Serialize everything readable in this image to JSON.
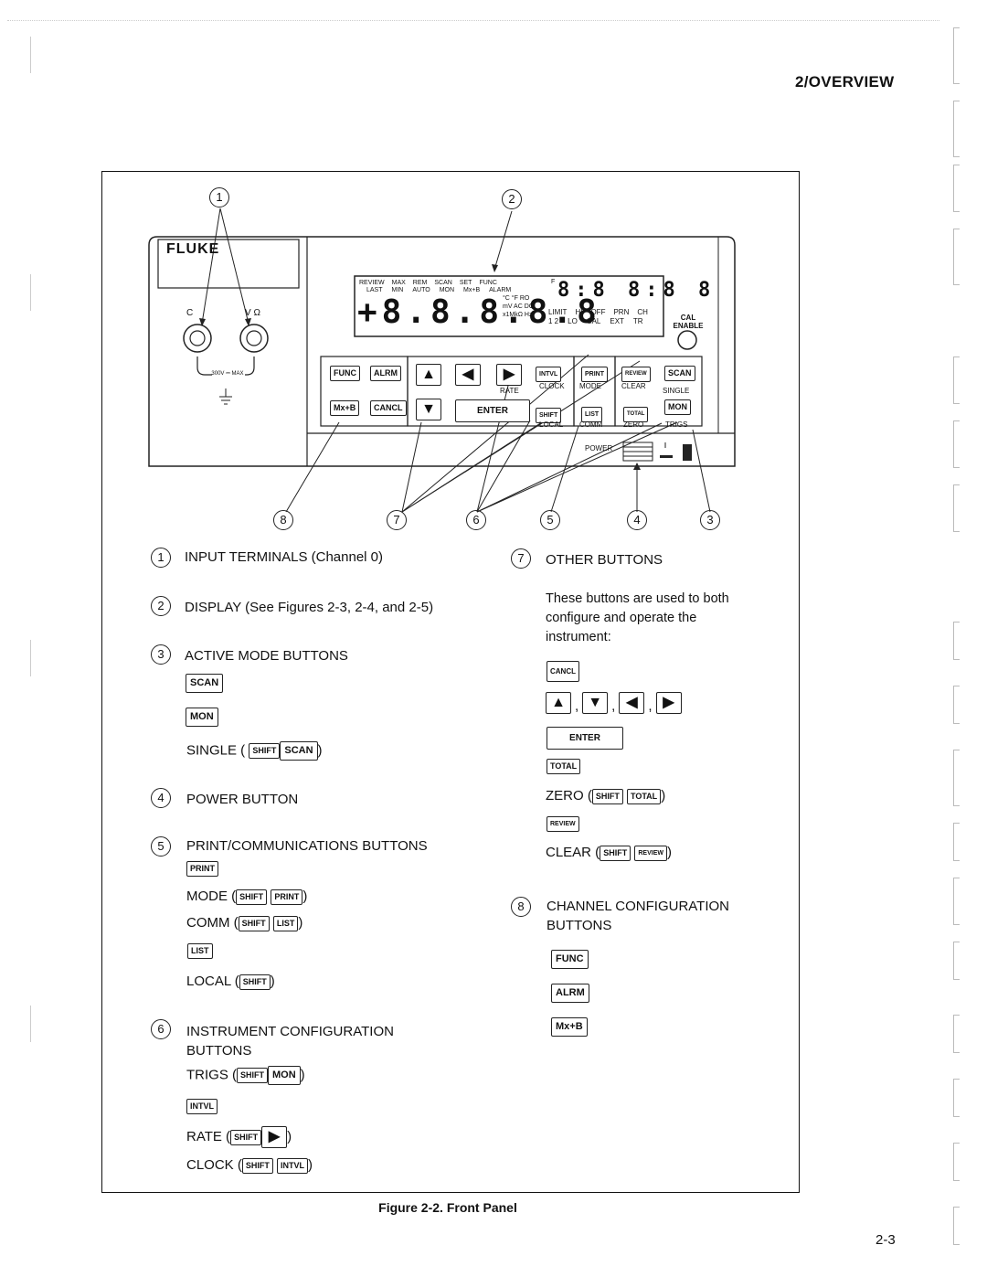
{
  "header": {
    "section": "2/OVERVIEW"
  },
  "caption": "Figure 2-2. Front Panel",
  "page_number": "2-3",
  "panel": {
    "brand": "FLUKE",
    "terminal_labels": [
      "C",
      "V Ω"
    ],
    "terminal_rating": "300V ⎓ MAX",
    "display": {
      "annunciators_row1": [
        "REVIEW",
        "MAX",
        "REM",
        "SCAN",
        "SET",
        "FUNC"
      ],
      "annunciators_row2": [
        "LAST",
        "MIN",
        "AUTO",
        "MON",
        "Mx+B",
        "ALARM"
      ],
      "units": [
        "°C °F RO",
        "mV AC DC",
        "x1MkΩ Hz"
      ],
      "main_digits": "+8.8.8.8.8",
      "limit_labels": [
        "LIMIT",
        "HI",
        "OFF",
        "PRN",
        "CH"
      ],
      "limit_labels2": [
        "1 2",
        "LO",
        "CAL",
        "EXT",
        "TR"
      ],
      "f_label": "F"
    },
    "cal_enable": "CAL ENABLE",
    "keys": {
      "func": "FUNC",
      "alrm": "ALRM",
      "mxb": "Mx+B",
      "cancl": "CANCL",
      "up": "▲",
      "down": "▼",
      "left": "◀",
      "right": "▶",
      "enter": "ENTER",
      "intvl": "INTVL",
      "shift": "SHIFT",
      "print": "PRINT",
      "list": "LIST",
      "review": "REVIEW",
      "total": "TOTAL",
      "scan": "SCAN",
      "mon": "MON"
    },
    "key_sublabels": {
      "rate": "RATE",
      "clock": "CLOCK",
      "local": "LOCAL",
      "mode": "MODE",
      "comm": "COMM",
      "clear": "CLEAR",
      "zero": "ZERO",
      "single": "SINGLE",
      "trigs": "TRIGS",
      "power": "POWER"
    },
    "callouts": [
      "1",
      "2",
      "3",
      "4",
      "5",
      "6",
      "7",
      "8"
    ]
  },
  "legend_left": [
    {
      "num": "1",
      "title": "INPUT TERMINALS (Channel 0)"
    },
    {
      "num": "2",
      "title": "DISPLAY (See Figures 2-3, 2-4, and 2-5)"
    },
    {
      "num": "3",
      "title": "ACTIVE MODE BUTTONS"
    },
    {
      "num": "4",
      "title": "POWER BUTTON"
    },
    {
      "num": "5",
      "title": "PRINT/COMMUNICATIONS BUTTONS"
    },
    {
      "num": "6",
      "title": "INSTRUMENT CONFIGURATION",
      "title2": "BUTTONS"
    }
  ],
  "legend_right": [
    {
      "num": "7",
      "title": "OTHER BUTTONS",
      "desc": [
        "These buttons are used to both",
        "configure  and operate the",
        "instrument:"
      ]
    },
    {
      "num": "8",
      "title": "CHANNEL CONFIGURATION",
      "title2": "BUTTONS"
    }
  ],
  "labels": {
    "single": "SINGLE (",
    "mode": "MODE (",
    "comm": "COMM (",
    "local": "LOCAL (",
    "trigs": "TRIGS (",
    "rate": "RATE (",
    "clock": "CLOCK (",
    "zero": "ZERO (",
    "clear": "CLEAR (",
    "close": ")",
    "comma": ","
  }
}
